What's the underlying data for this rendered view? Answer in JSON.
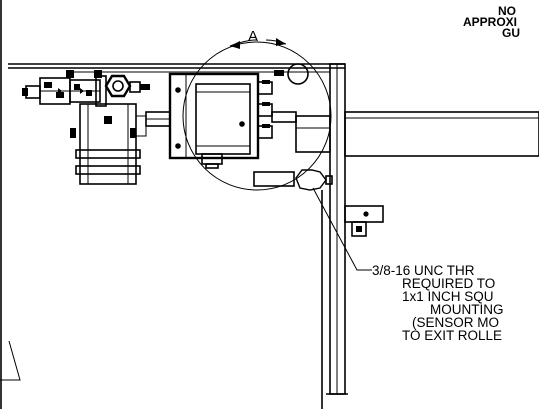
{
  "top_note": {
    "lines": [
      "NO",
      "APPROXI",
      "GU"
    ]
  },
  "detail_label": "A",
  "callout": {
    "lines": [
      "3/8-16 UNC THR",
      "REQUIRED TO",
      "1x1 INCH SQU",
      "MOUNTING",
      "(SENSOR MO",
      "TO EXIT ROLLE"
    ]
  }
}
